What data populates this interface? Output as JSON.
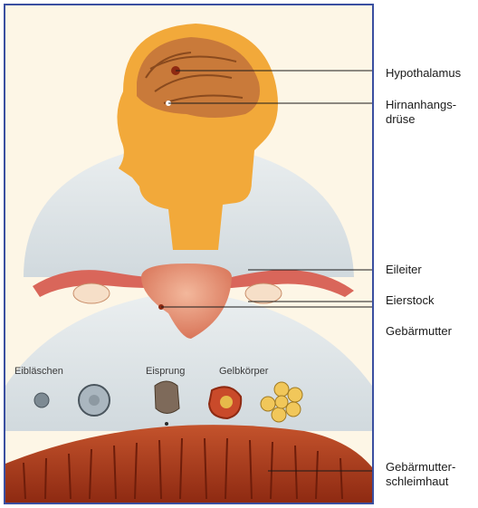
{
  "labels": {
    "hypothalamus": "Hypothalamus",
    "pituitary_line1": "Hirnanhangs-",
    "pituitary_line2": "drüse",
    "oviduct": "Eileiter",
    "ovary": "Eierstock",
    "uterus": "Gebärmutter",
    "endometrium_line1": "Gebärmutter-",
    "endometrium_line2": "schleimhaut"
  },
  "stages": {
    "follicle": "Eibläschen",
    "ovulation": "Eisprung",
    "corpus_luteum": "Gelbkörper"
  },
  "colors": {
    "frame": "#3a4fa0",
    "skin": "#f2a93a",
    "brain": "#c97a3a",
    "uterus": "#e79a7a",
    "endometrium": "#b8411e",
    "bubble": "#cfd9e0"
  }
}
